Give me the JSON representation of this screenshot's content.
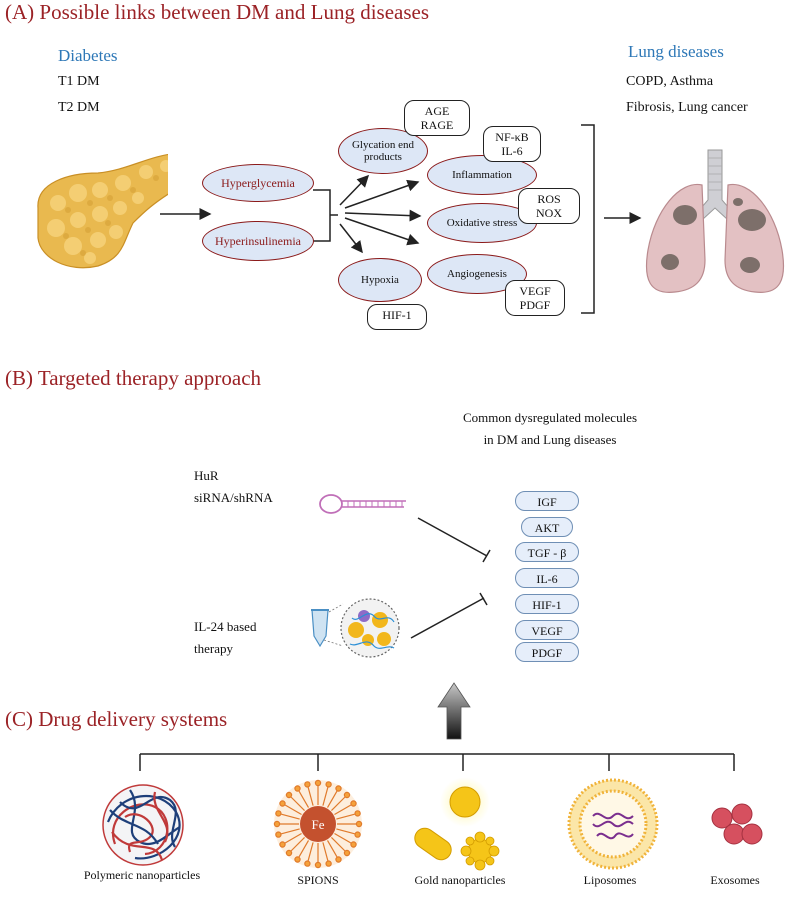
{
  "panel_a": {
    "title": "(A) Possible links between DM and Lung diseases",
    "diabetes_heading": "Diabetes",
    "diabetes_types": [
      "T1 DM",
      "T2 DM"
    ],
    "lung_heading": "Lung diseases",
    "lung_lines": [
      "COPD, Asthma",
      "Fibrosis, Lung cancer"
    ],
    "conditions": [
      "Hyperglycemia",
      "Hyperinsulinemia"
    ],
    "mechanisms": {
      "glycation": "Glycation end products",
      "inflammation": "Inflammation",
      "oxidative": "Oxidative stress",
      "angiogenesis": "Angiogenesis",
      "hypoxia": "Hypoxia"
    },
    "markers": {
      "glycation": [
        "AGE",
        "RAGE"
      ],
      "inflammation": [
        "NF-κB",
        "IL-6"
      ],
      "oxidative": [
        "ROS",
        "NOX"
      ],
      "angiogenesis": [
        "VEGF",
        "PDGF"
      ],
      "hypoxia": [
        "HIF-1"
      ]
    }
  },
  "panel_b": {
    "title": "(B) Targeted therapy approach",
    "common_heading": [
      "Common dysregulated molecules",
      "in DM and Lung diseases"
    ],
    "hur_label": [
      "HuR",
      "siRNA/shRNA"
    ],
    "il24_label": [
      "IL-24 based",
      "therapy"
    ],
    "molecules": [
      "IGF",
      "AKT",
      "TGF - β",
      "IL-6",
      "HIF-1",
      "VEGF",
      "PDGF"
    ]
  },
  "panel_c": {
    "title": "(C) Drug delivery systems",
    "systems": [
      "Polymeric nanoparticles",
      "SPIONS",
      "Gold nanoparticles",
      "Liposomes",
      "Exosomes"
    ],
    "fe_label": "Fe"
  }
}
